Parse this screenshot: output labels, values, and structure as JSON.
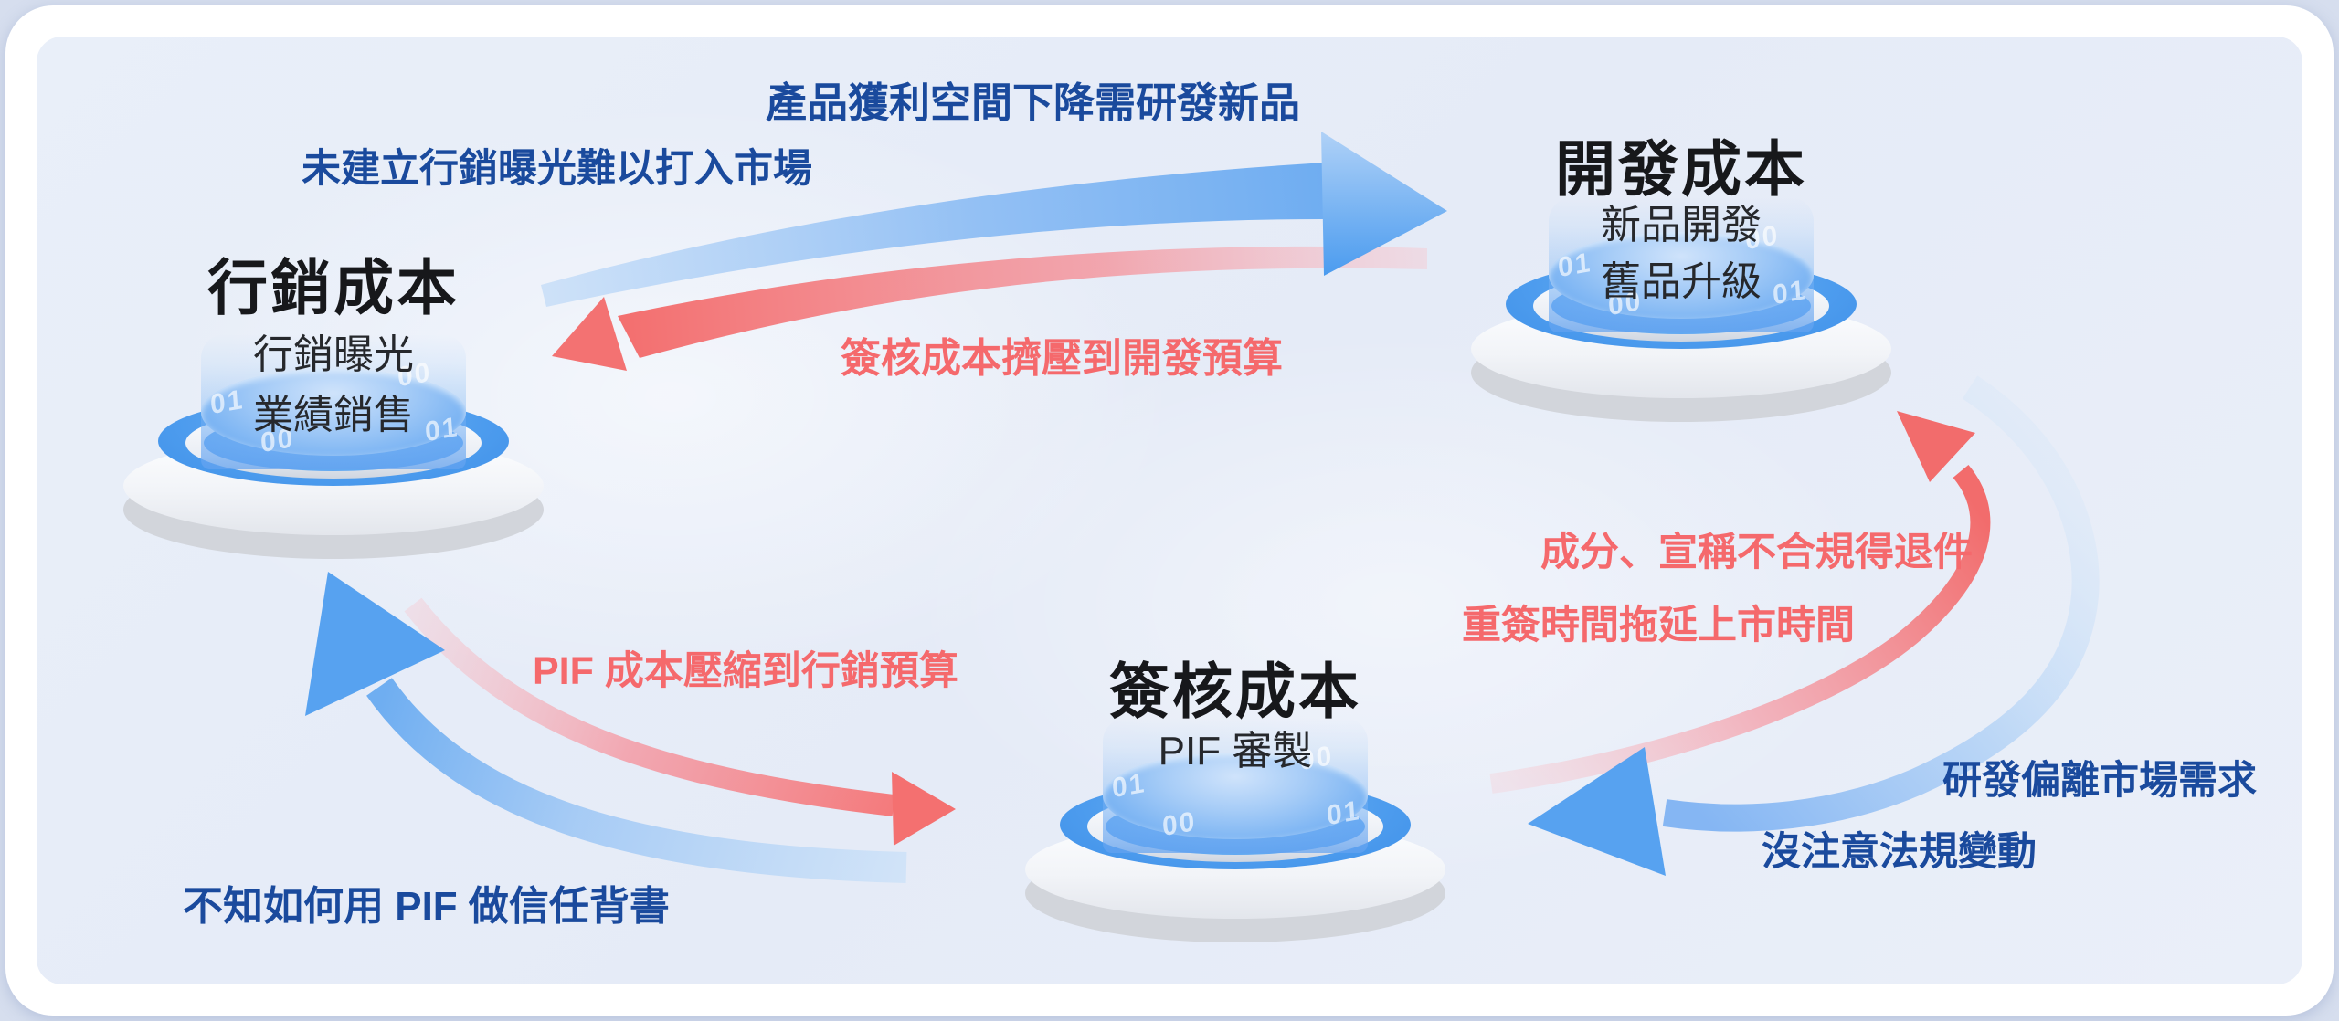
{
  "diagram": {
    "nodes": [
      {
        "title": "行銷成本",
        "subs": [
          "行銷曝光",
          "業績銷售"
        ]
      },
      {
        "title": "開發成本",
        "subs": [
          "新品開發",
          "舊品升級"
        ]
      },
      {
        "title": "簽核成本",
        "subs": [
          "PIF 審製"
        ]
      }
    ],
    "labels": {
      "top_blue": "產品獲利空間下降需研發新品",
      "left_blue": "未建立行銷曝光難以打入市場",
      "mid_red": "簽核成本擠壓到開發預算",
      "right_red_1": "成分、宣稱不合規得退件",
      "right_red_2": "重簽時間拖延上市時間",
      "bottomright_blue_1": "研發偏離市場需求",
      "bottomright_blue_2": "沒注意法規變動",
      "bottomleft_red": "PIF 成本壓縮到行銷預算",
      "bottomleft_blue": "不知如何用 PIF 做信任背書"
    },
    "cylinder_digits": [
      "01",
      "00",
      "00",
      "01"
    ],
    "colors": {
      "blue_text": "#1A4A9D",
      "red_text": "#F5696C",
      "blue_arrow": "#57A2F0",
      "red_arrow": "#F37070",
      "podium_blue": "#4D9CEE"
    }
  }
}
